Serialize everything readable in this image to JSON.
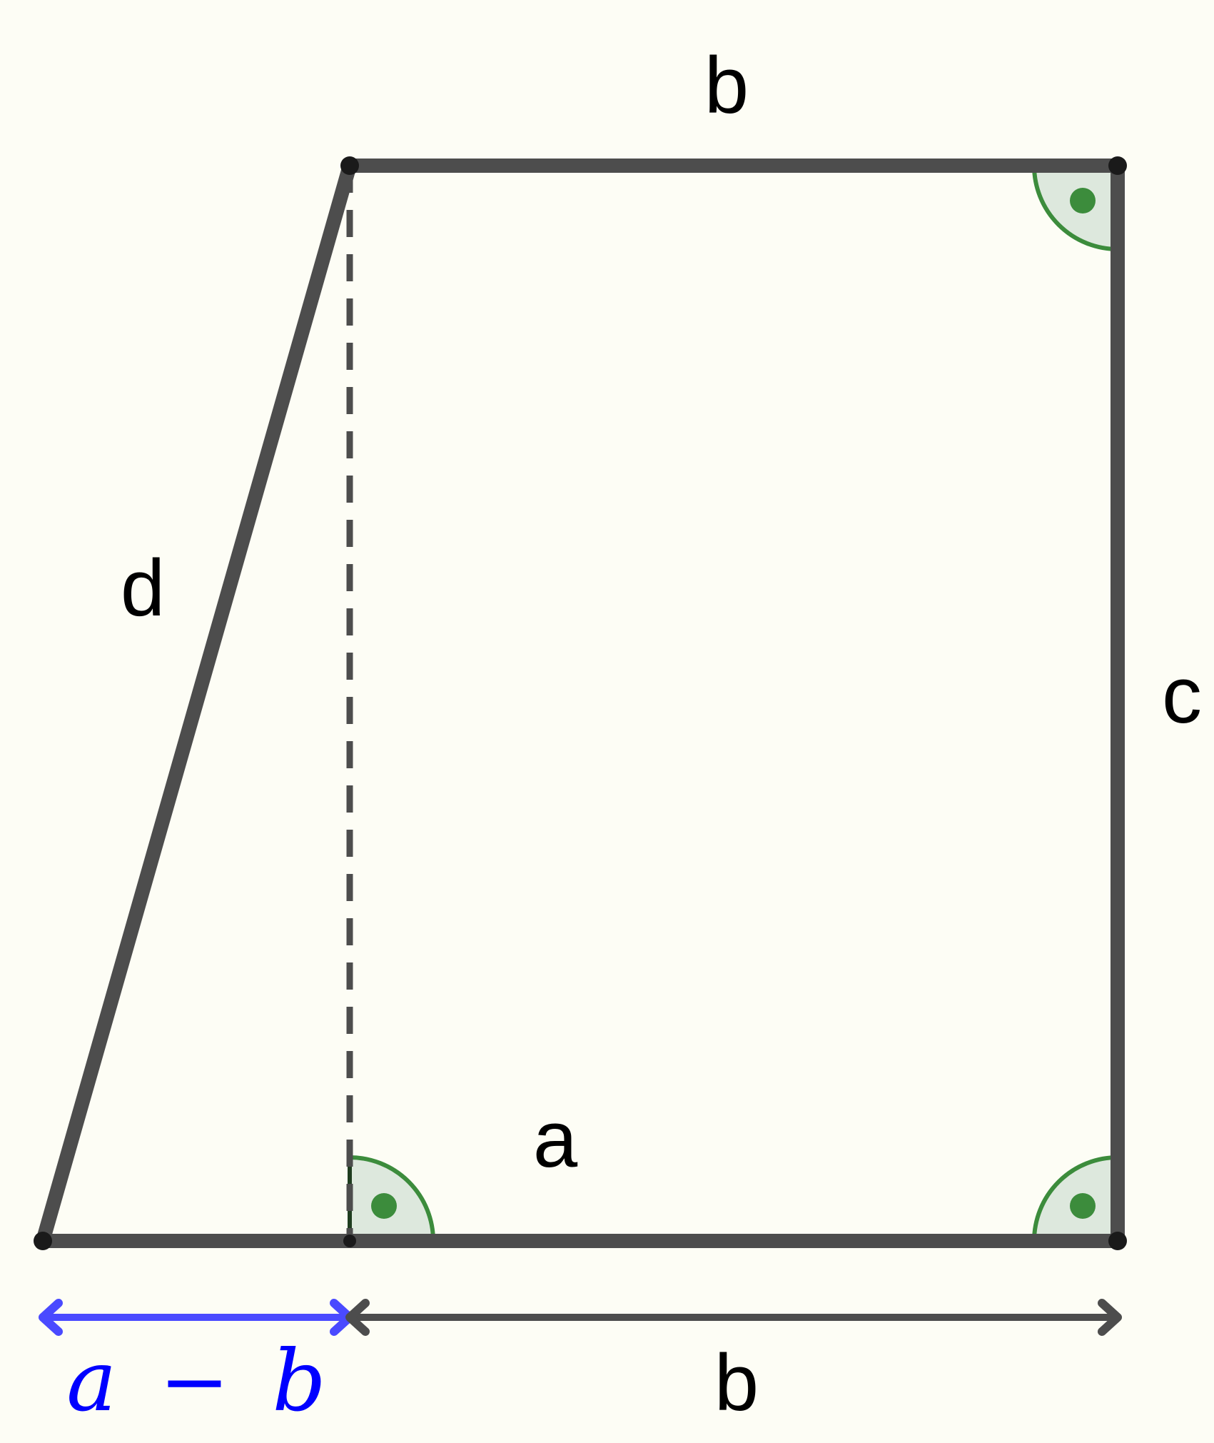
{
  "labels": {
    "top": "b",
    "left": "d",
    "right": "c",
    "bottom": "a",
    "lower_dimension": "b",
    "difference": {
      "a": "a",
      "minus": "−",
      "b": "b"
    }
  },
  "colors": {
    "edge": "#4d4d4d",
    "right_angle_stroke": "#3c8c3c",
    "right_angle_fill": "#dde8dd",
    "right_angle_dot": "#3c8c3c",
    "difference_arrow": "#4a4aff",
    "difference_text": "#0000ff",
    "background": "#fdfdf5"
  },
  "icons": {
    "right_angle_marker": "quarter-circle-with-dot"
  }
}
